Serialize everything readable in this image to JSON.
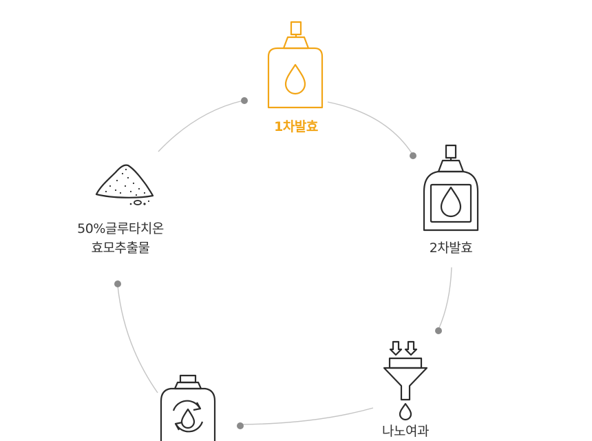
{
  "colors": {
    "accent": "#f2a516",
    "icon_stroke": "#2b2b2b",
    "ring_line": "#c4c4c4",
    "dot": "#8a8a8a",
    "text": "#333333"
  },
  "cycle": {
    "steps": [
      {
        "label": "1차발효",
        "icon": "spray-bottle-icon",
        "active": true
      },
      {
        "label": "2차발효",
        "icon": "square-bottle-icon",
        "active": false
      },
      {
        "label": "나노여과",
        "icon": "funnel-filter-icon",
        "active": false
      },
      {
        "label": "",
        "icon": "recycle-bottle-icon",
        "active": false
      },
      {
        "label_line1": "50%글루타치온",
        "label_line2": "효모추출물",
        "icon": "powder-pile-icon",
        "active": false
      }
    ]
  }
}
